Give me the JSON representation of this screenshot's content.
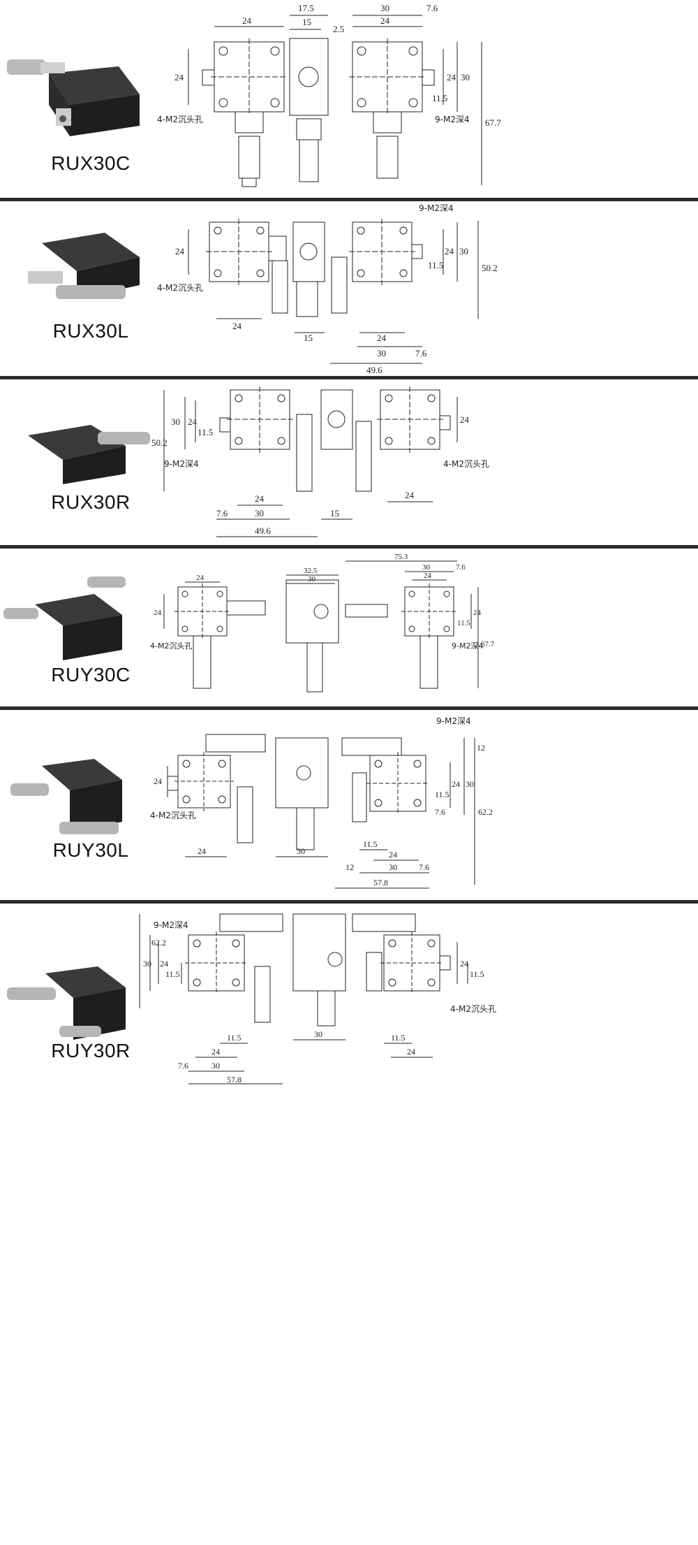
{
  "sections": [
    {
      "model": "RUX30C",
      "dims": [
        "17.5",
        "15",
        "2.5",
        "30",
        "7.6",
        "24",
        "24",
        "24",
        "24",
        "30",
        "11.5",
        "67.7"
      ],
      "notes": [
        "4-M2沉头孔",
        "9-M2深4"
      ]
    },
    {
      "model": "RUX30L",
      "dims": [
        "24",
        "24",
        "15",
        "24",
        "30",
        "7.6",
        "49.6",
        "24",
        "30",
        "11.5",
        "50.2"
      ],
      "notes": [
        "4-M2沉头孔",
        "9-M2深4"
      ]
    },
    {
      "model": "RUX30R",
      "dims": [
        "50.2",
        "30",
        "24",
        "11.5",
        "24",
        "7.6",
        "30",
        "49.6",
        "15",
        "24",
        "24"
      ],
      "notes": [
        "9-M2深4",
        "4-M2沉头孔"
      ]
    },
    {
      "model": "RUY30C",
      "dims": [
        "24",
        "24",
        "32.5",
        "30",
        "75.3",
        "30",
        "7.6",
        "24",
        "24",
        "11.5",
        "67.7"
      ],
      "notes": [
        "4-M2沉头孔",
        "9-M2深4"
      ]
    },
    {
      "model": "RUY30L",
      "dims": [
        "24",
        "24",
        "30",
        "12",
        "30",
        "24",
        "11.5",
        "7.6",
        "62.2",
        "11.5",
        "24",
        "12",
        "30",
        "7.6",
        "57.8"
      ],
      "notes": [
        "4-M2沉头孔",
        "9-M2深4"
      ]
    },
    {
      "model": "RUY30R",
      "dims": [
        "62.2",
        "30",
        "24",
        "11.5",
        "11.5",
        "24",
        "7.6",
        "30",
        "57.8",
        "30",
        "11.5",
        "24",
        "24",
        "11.5"
      ],
      "notes": [
        "9-M2深4",
        "4-M2沉头孔"
      ]
    }
  ]
}
